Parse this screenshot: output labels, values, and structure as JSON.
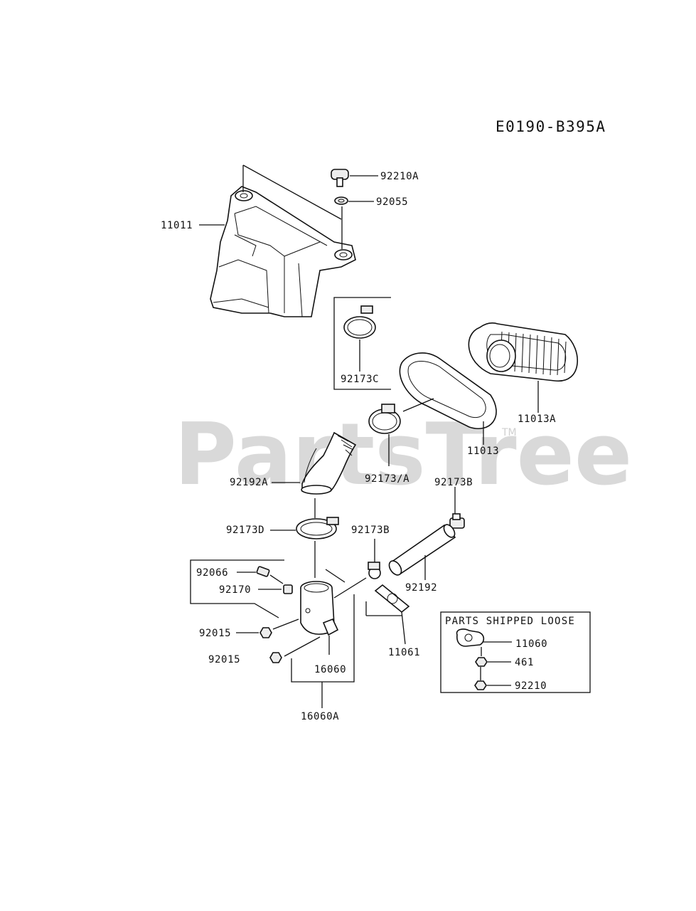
{
  "diagram_code": "E0190-B395A",
  "watermark": "PartsTree",
  "watermark_tm": "TM",
  "labels": {
    "p11011": "11011",
    "p92210A": "92210A",
    "p92055": "92055",
    "p92173C": "92173C",
    "p11013A": "11013A",
    "p11013": "11013",
    "p92173_A": "92173/A",
    "p92192A": "92192A",
    "p92173B_top": "92173B",
    "p92173D": "92173D",
    "p92173B_mid": "92173B",
    "p92192": "92192",
    "p92066": "92066",
    "p92170": "92170",
    "p92015_a": "92015",
    "p92015_b": "92015",
    "p16060": "16060",
    "p11061": "11061",
    "p16060A": "16060A"
  },
  "loose_box": {
    "title": "PARTS SHIPPED LOOSE",
    "items": [
      "11060",
      "461",
      "92210"
    ]
  }
}
